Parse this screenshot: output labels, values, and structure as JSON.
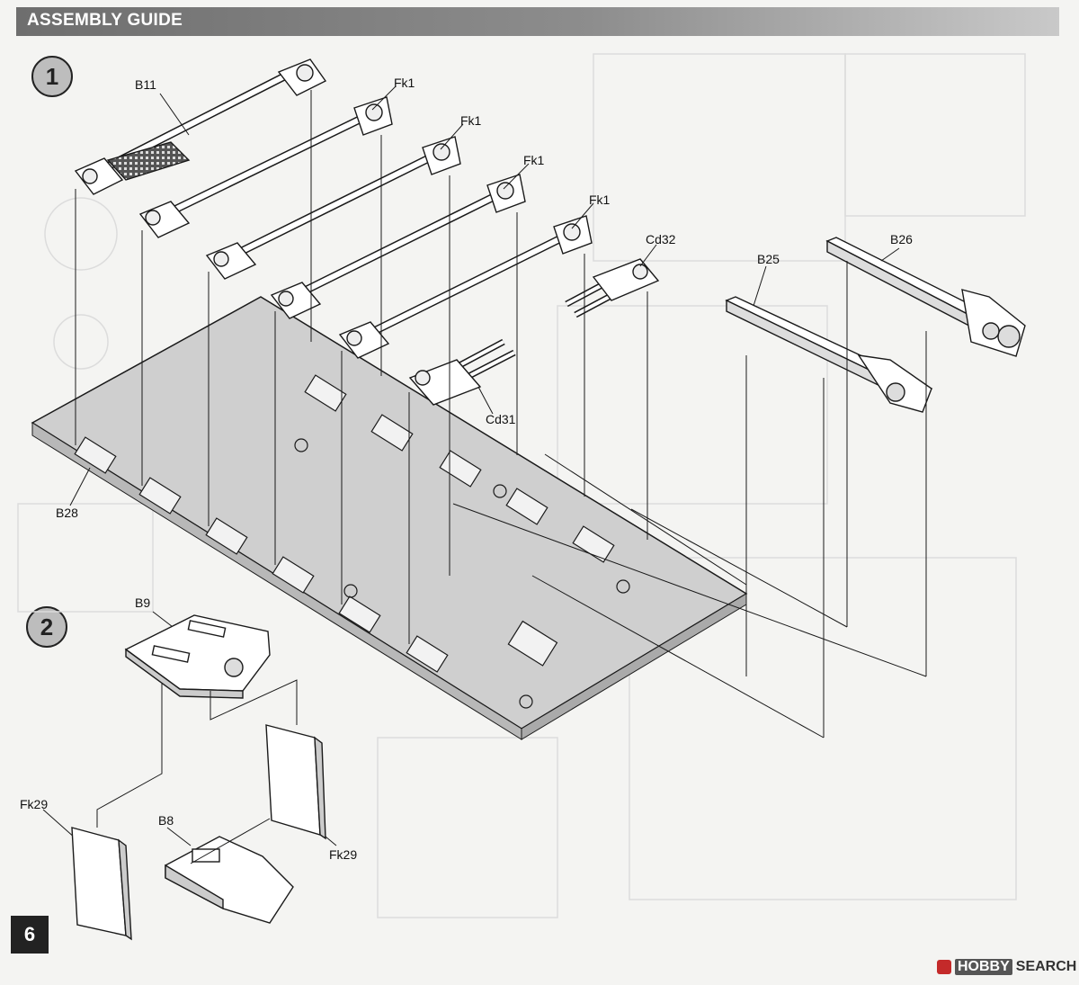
{
  "header": {
    "title": "ASSEMBLY GUIDE"
  },
  "steps": [
    {
      "number": "1"
    },
    {
      "number": "2"
    }
  ],
  "page_number": "6",
  "labels": {
    "b11": "B11",
    "fk1_a": "Fk1",
    "fk1_b": "Fk1",
    "fk1_c": "Fk1",
    "fk1_d": "Fk1",
    "cd32": "Cd32",
    "cd31": "Cd31",
    "b26": "B26",
    "b25": "B25",
    "b28": "B28",
    "b9": "B9",
    "fk29_a": "Fk29",
    "b8": "B8",
    "fk29_b": "Fk29"
  },
  "watermark": {
    "brand": "HOBBY",
    "suffix": "SEARCH"
  },
  "colors": {
    "header": "#7a7a7a",
    "plate": "#cfcfcf",
    "parts": "#ffffff",
    "line": "#1a1a1a"
  }
}
